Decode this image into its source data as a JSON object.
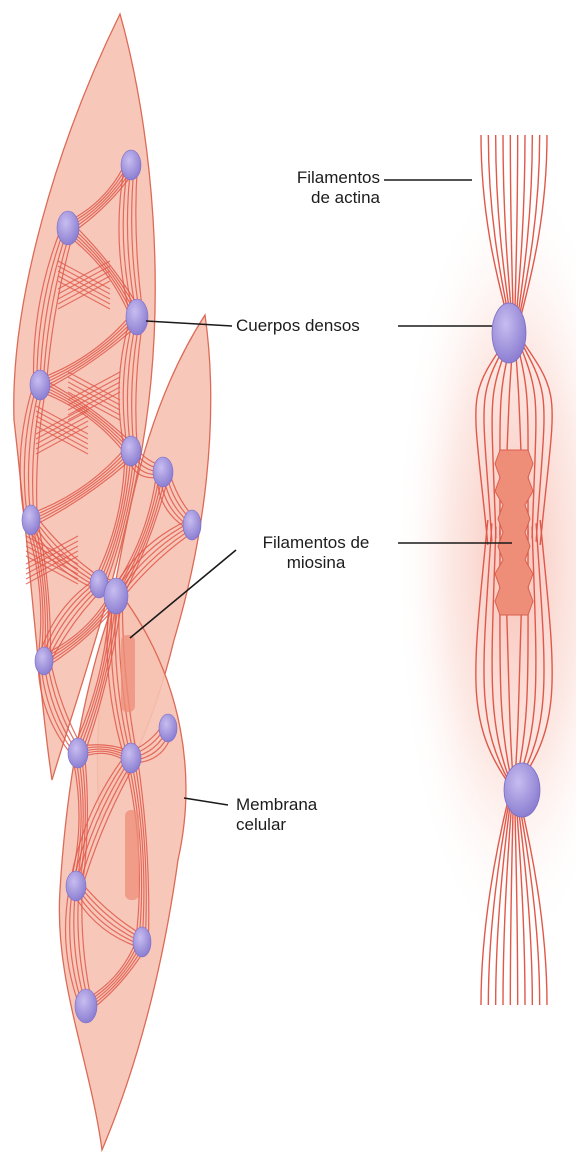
{
  "labels": {
    "actin_line1": "Filamentos",
    "actin_line2": "de actina",
    "dense": "Cuerpos densos",
    "myosin_line1": "Filamentos de",
    "myosin_line2": "miosina",
    "membrane_line1": "Membrana",
    "membrane_line2": "celular"
  },
  "colors": {
    "cell_fill": "#f6c2b2",
    "cell_stroke": "#dd6a56",
    "filament": "#e0584a",
    "dense_body": "#a89bdc",
    "myosin_fill": "#ee8d78",
    "leader": "#1a1a1a"
  }
}
